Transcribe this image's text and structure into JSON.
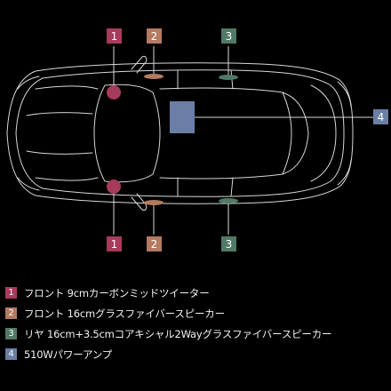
{
  "colors": {
    "tweeter": "#a83a5c",
    "front_speaker": "#b47a62",
    "rear_speaker": "#4f7a66",
    "amplifier": "#6b7fa6",
    "outline": "#d8d8d8",
    "background": "#000000"
  },
  "badges": {
    "tweeter": "1",
    "front_speaker": "2",
    "rear_speaker": "3",
    "amplifier": "4"
  },
  "legend": [
    {
      "number": "1",
      "label": "フロント 9cmカーボンミッドツイーター",
      "color": "#a83a5c"
    },
    {
      "number": "2",
      "label": "フロント 16cmグラスファイバースピーカー",
      "color": "#b47a62"
    },
    {
      "number": "3",
      "label": "リヤ 16cm+3.5cmコアキシャル2Wayグラスファイバースピーカー",
      "color": "#4f7a66"
    },
    {
      "number": "4",
      "label": "510Wパワーアンプ",
      "color": "#6b7fa6"
    }
  ]
}
